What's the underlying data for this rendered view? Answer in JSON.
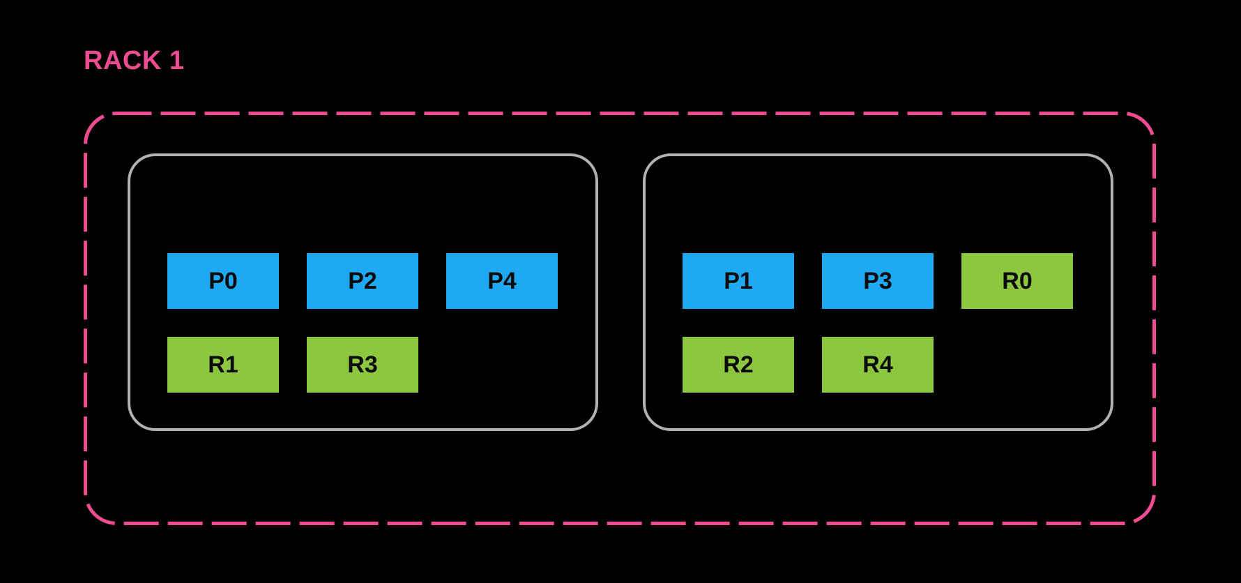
{
  "rack": {
    "label": "RACK 1",
    "nodes": [
      {
        "workers": [
          {
            "label": "P0",
            "role": "prefill"
          },
          {
            "label": "P2",
            "role": "prefill"
          },
          {
            "label": "P4",
            "role": "prefill"
          },
          {
            "label": "R1",
            "role": "replica"
          },
          {
            "label": "R3",
            "role": "replica"
          }
        ]
      },
      {
        "workers": [
          {
            "label": "P1",
            "role": "prefill"
          },
          {
            "label": "P3",
            "role": "prefill"
          },
          {
            "label": "R0",
            "role": "replica"
          },
          {
            "label": "R2",
            "role": "replica"
          },
          {
            "label": "R4",
            "role": "replica"
          }
        ]
      }
    ]
  },
  "colors": {
    "background": "#000000",
    "rack_accent": "#ED4C92",
    "node_border": "#B2B2B2",
    "prefill_blue": "#1FA9F3",
    "replica_green": "#8DC63F",
    "box_text": "#0B0B0B"
  }
}
